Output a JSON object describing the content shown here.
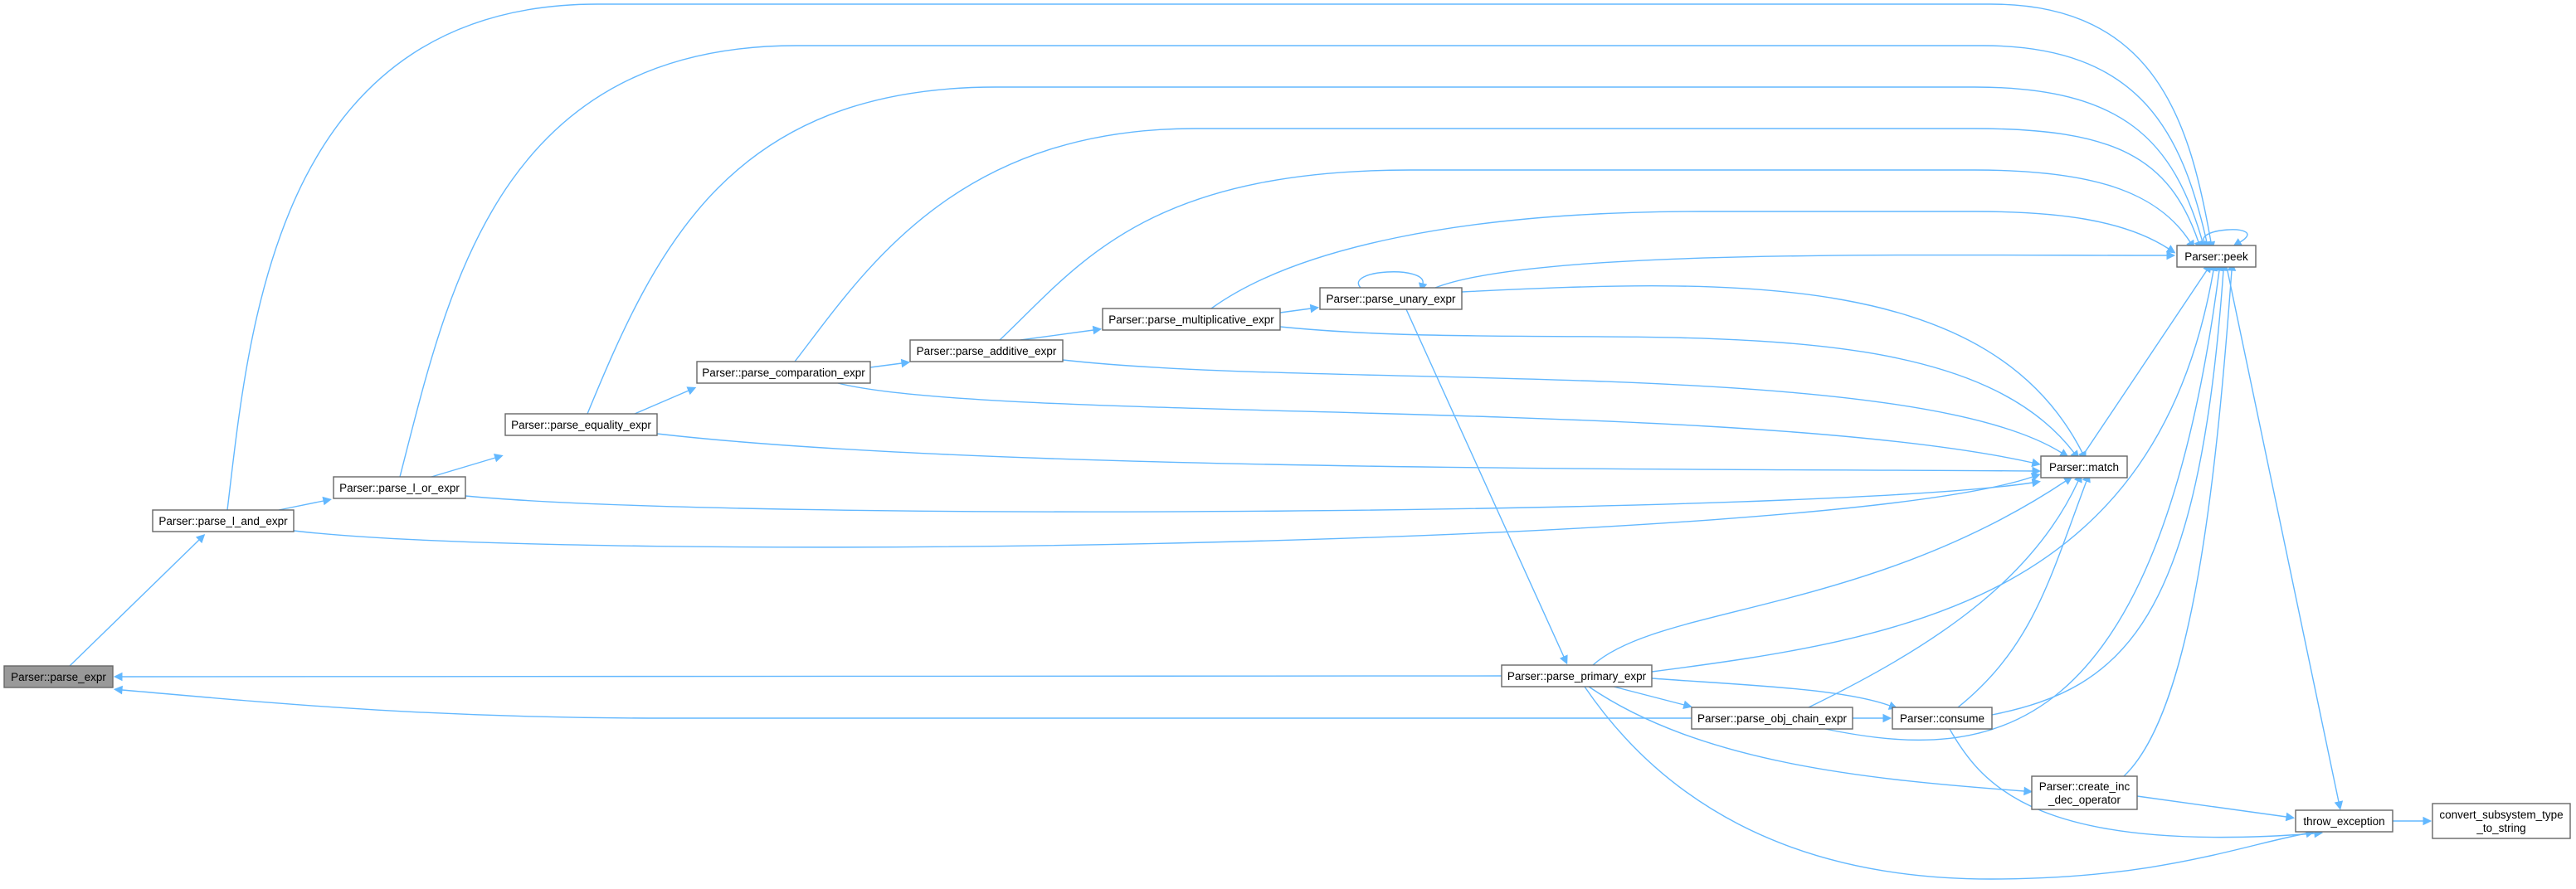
{
  "graph": {
    "kind": "call-graph",
    "nodes": [
      {
        "id": "parse_expr",
        "lines": [
          "Parser::parse_expr"
        ],
        "root": true
      },
      {
        "id": "parse_l_and_expr",
        "lines": [
          "Parser::parse_l_and_expr"
        ]
      },
      {
        "id": "parse_l_or_expr",
        "lines": [
          "Parser::parse_l_or_expr"
        ]
      },
      {
        "id": "parse_equality_expr",
        "lines": [
          "Parser::parse_equality_expr"
        ]
      },
      {
        "id": "parse_comparation_expr",
        "lines": [
          "Parser::parse_comparation_expr"
        ]
      },
      {
        "id": "parse_additive_expr",
        "lines": [
          "Parser::parse_additive_expr"
        ]
      },
      {
        "id": "parse_multiplicative_expr",
        "lines": [
          "Parser::parse_multiplicative_expr"
        ]
      },
      {
        "id": "parse_unary_expr",
        "lines": [
          "Parser::parse_unary_expr"
        ]
      },
      {
        "id": "peek",
        "lines": [
          "Parser::peek"
        ]
      },
      {
        "id": "match",
        "lines": [
          "Parser::match"
        ]
      },
      {
        "id": "parse_primary_expr",
        "lines": [
          "Parser::parse_primary_expr"
        ]
      },
      {
        "id": "parse_obj_chain_expr",
        "lines": [
          "Parser::parse_obj_chain_expr"
        ]
      },
      {
        "id": "consume",
        "lines": [
          "Parser::consume"
        ]
      },
      {
        "id": "create_inc_dec_operator",
        "lines": [
          "Parser::create_inc",
          "_dec_operator"
        ]
      },
      {
        "id": "throw_exception",
        "lines": [
          "throw_exception"
        ]
      },
      {
        "id": "convert_subsystem_type_to_string",
        "lines": [
          "convert_subsystem_type",
          "_to_string"
        ]
      }
    ],
    "edges": [
      {
        "from": "parse_expr",
        "to": "parse_l_and_expr"
      },
      {
        "from": "parse_l_and_expr",
        "to": "parse_l_or_expr"
      },
      {
        "from": "parse_l_and_expr",
        "to": "match"
      },
      {
        "from": "parse_l_and_expr",
        "to": "peek"
      },
      {
        "from": "parse_l_or_expr",
        "to": "parse_equality_expr"
      },
      {
        "from": "parse_l_or_expr",
        "to": "match"
      },
      {
        "from": "parse_l_or_expr",
        "to": "peek"
      },
      {
        "from": "parse_equality_expr",
        "to": "parse_comparation_expr"
      },
      {
        "from": "parse_equality_expr",
        "to": "match"
      },
      {
        "from": "parse_equality_expr",
        "to": "peek"
      },
      {
        "from": "parse_comparation_expr",
        "to": "parse_additive_expr"
      },
      {
        "from": "parse_comparation_expr",
        "to": "match"
      },
      {
        "from": "parse_comparation_expr",
        "to": "peek"
      },
      {
        "from": "parse_additive_expr",
        "to": "parse_multiplicative_expr"
      },
      {
        "from": "parse_additive_expr",
        "to": "match"
      },
      {
        "from": "parse_additive_expr",
        "to": "peek"
      },
      {
        "from": "parse_multiplicative_expr",
        "to": "parse_unary_expr"
      },
      {
        "from": "parse_multiplicative_expr",
        "to": "match"
      },
      {
        "from": "parse_multiplicative_expr",
        "to": "peek"
      },
      {
        "from": "parse_unary_expr",
        "to": "parse_unary_expr"
      },
      {
        "from": "parse_unary_expr",
        "to": "peek"
      },
      {
        "from": "parse_unary_expr",
        "to": "match"
      },
      {
        "from": "parse_unary_expr",
        "to": "parse_primary_expr"
      },
      {
        "from": "peek",
        "to": "peek"
      },
      {
        "from": "peek",
        "to": "throw_exception"
      },
      {
        "from": "match",
        "to": "peek"
      },
      {
        "from": "parse_primary_expr",
        "to": "parse_expr"
      },
      {
        "from": "parse_primary_expr",
        "to": "match"
      },
      {
        "from": "parse_primary_expr",
        "to": "peek"
      },
      {
        "from": "parse_primary_expr",
        "to": "consume"
      },
      {
        "from": "parse_primary_expr",
        "to": "parse_obj_chain_expr"
      },
      {
        "from": "parse_primary_expr",
        "to": "create_inc_dec_operator"
      },
      {
        "from": "parse_primary_expr",
        "to": "throw_exception"
      },
      {
        "from": "parse_obj_chain_expr",
        "to": "parse_expr"
      },
      {
        "from": "parse_obj_chain_expr",
        "to": "consume"
      },
      {
        "from": "parse_obj_chain_expr",
        "to": "match"
      },
      {
        "from": "parse_obj_chain_expr",
        "to": "peek"
      },
      {
        "from": "consume",
        "to": "match"
      },
      {
        "from": "consume",
        "to": "peek"
      },
      {
        "from": "consume",
        "to": "throw_exception"
      },
      {
        "from": "create_inc_dec_operator",
        "to": "peek"
      },
      {
        "from": "create_inc_dec_operator",
        "to": "throw_exception"
      },
      {
        "from": "throw_exception",
        "to": "convert_subsystem_type_to_string"
      }
    ],
    "colors": {
      "edge": "#63b8ff",
      "node_border": "#666666",
      "node_fill": "#ffffff",
      "root_fill": "#999999",
      "text": "#000000"
    }
  }
}
